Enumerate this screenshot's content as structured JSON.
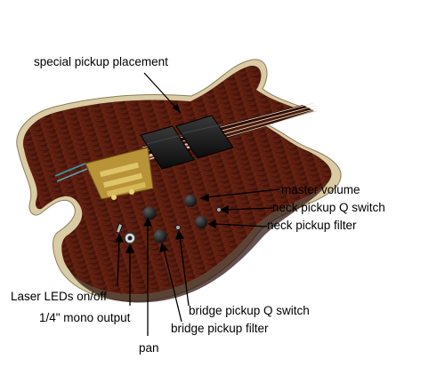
{
  "labels": {
    "special_pickup_placement": "special pickup placement",
    "master_volume": "master volume",
    "neck_pickup_q_switch": "neck pickup Q switch",
    "neck_pickup_filter": "neck pickup filter",
    "laser_leds": "Laser LEDs on/off",
    "mono_output": "1/4\" mono output",
    "bridge_pickup_q_switch": "bridge pickup Q switch",
    "bridge_pickup_filter": "bridge pickup filter",
    "pan": "pan"
  },
  "colors": {
    "wood_dark": "#3a1109",
    "wood_mid": "#6e2414",
    "wood_light": "#8f3a22",
    "binding": "#d9cba3",
    "pickup": "#141414",
    "hardware": "#c9a84a",
    "knob": "#1a1a1a",
    "leader": "#000000"
  }
}
